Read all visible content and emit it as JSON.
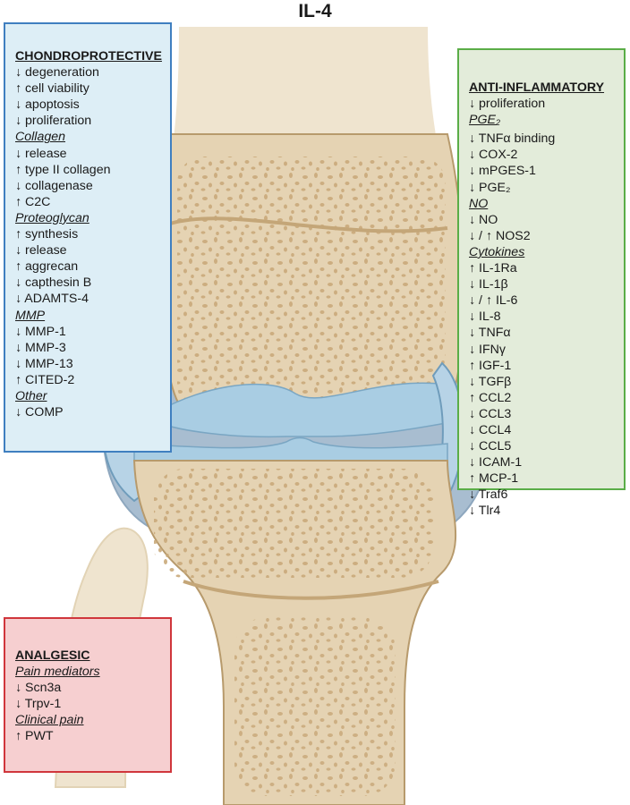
{
  "title": "IL-4",
  "chondroprotective": {
    "heading": "CHONDROPROTECTIVE",
    "items": [
      {
        "kind": "item",
        "text": "↓ degeneration"
      },
      {
        "kind": "item",
        "text": "↑ cell viability"
      },
      {
        "kind": "item",
        "text": "↓ apoptosis"
      },
      {
        "kind": "item",
        "text": "↓ proliferation"
      },
      {
        "kind": "sub",
        "text": "Collagen"
      },
      {
        "kind": "item",
        "text": "↓ release"
      },
      {
        "kind": "item",
        "text": "↑ type II collagen"
      },
      {
        "kind": "item",
        "text": "↓ collagenase"
      },
      {
        "kind": "item",
        "text": "↑ C2C"
      },
      {
        "kind": "sub",
        "text": "Proteoglycan"
      },
      {
        "kind": "item",
        "text": "↑ synthesis"
      },
      {
        "kind": "item",
        "text": "↓ release"
      },
      {
        "kind": "item",
        "text": "↑ aggrecan"
      },
      {
        "kind": "item",
        "text": "↓ capthesin B"
      },
      {
        "kind": "item",
        "text": "↓ ADAMTS-4"
      },
      {
        "kind": "sub",
        "text": "MMP"
      },
      {
        "kind": "item",
        "text": "↓ MMP-1"
      },
      {
        "kind": "item",
        "text": "↓ MMP-3"
      },
      {
        "kind": "item",
        "text": "↓ MMP-13"
      },
      {
        "kind": "item",
        "text": "↑ CITED-2"
      },
      {
        "kind": "sub",
        "text": "Other"
      },
      {
        "kind": "item",
        "text": "↓ COMP"
      }
    ]
  },
  "anti_inflammatory": {
    "heading": "ANTI-INFLAMMATORY",
    "items": [
      {
        "kind": "item",
        "text": "↓ proliferation"
      },
      {
        "kind": "sub",
        "text": "PGE",
        "subscript": "2"
      },
      {
        "kind": "item",
        "text": "↓ TNFα binding"
      },
      {
        "kind": "item",
        "text": "↓ COX-2"
      },
      {
        "kind": "item",
        "text": "↓ mPGES-1"
      },
      {
        "kind": "item",
        "text": "↓ PGE₂"
      },
      {
        "kind": "sub",
        "text": "NO"
      },
      {
        "kind": "item",
        "text": "↓ NO"
      },
      {
        "kind": "item",
        "text": "↓ / ↑ NOS2"
      },
      {
        "kind": "sub",
        "text": "Cytokines"
      },
      {
        "kind": "item",
        "text": "↑ IL-1Ra"
      },
      {
        "kind": "item",
        "text": "↓ IL-1β"
      },
      {
        "kind": "item",
        "text": "↓ / ↑ IL-6"
      },
      {
        "kind": "item",
        "text": "↓ IL-8"
      },
      {
        "kind": "item",
        "text": "↓ TNFα"
      },
      {
        "kind": "item",
        "text": "↓ IFNγ"
      },
      {
        "kind": "item",
        "text": "↑ IGF-1"
      },
      {
        "kind": "item",
        "text": "↓ TGFβ"
      },
      {
        "kind": "item",
        "text": "↑ CCL2"
      },
      {
        "kind": "item",
        "text": "↓ CCL3"
      },
      {
        "kind": "item",
        "text": "↓ CCL4"
      },
      {
        "kind": "item",
        "text": "↓ CCL5"
      },
      {
        "kind": "item",
        "text": "↓ ICAM-1"
      },
      {
        "kind": "item",
        "text": "↑ MCP-1"
      },
      {
        "kind": "item",
        "text": "↓ Traf6"
      },
      {
        "kind": "item",
        "text": "↓ Tlr4"
      }
    ]
  },
  "analgesic": {
    "heading": "ANALGESIC",
    "items": [
      {
        "kind": "sub",
        "text": "Pain mediators"
      },
      {
        "kind": "item",
        "text": "↓ Scn3a"
      },
      {
        "kind": "item",
        "text": "↓ Trpv-1"
      },
      {
        "kind": "sub",
        "text": "Clinical pain"
      },
      {
        "kind": "item",
        "text": "↑ PWT"
      }
    ]
  },
  "colors": {
    "chondro_fill": "#ddeef6",
    "chondro_border": "#3f7fc0",
    "anti_fill": "#e3ecda",
    "anti_border": "#5aad47",
    "analgesic_fill": "#f6cfd0",
    "analgesic_border": "#d0363c",
    "bone": "#e5d3b3",
    "bone_edge": "#b79a6c",
    "cartilage": "#a9cde3",
    "capsule": "#9ab0c4"
  }
}
